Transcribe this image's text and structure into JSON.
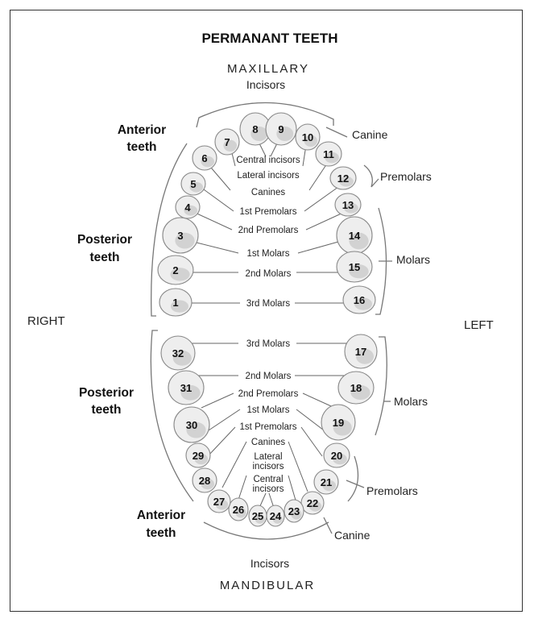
{
  "title": "PERMANANT TEETH",
  "upper_arch": "MAXILLARY",
  "lower_arch": "MANDIBULAR",
  "side_right": "RIGHT",
  "side_left": "LEFT",
  "groups": {
    "upper_anterior": [
      "Anterior",
      "teeth"
    ],
    "upper_posterior": [
      "Posterior",
      "teeth"
    ],
    "lower_posterior": [
      "Posterior",
      "teeth"
    ],
    "lower_anterior": [
      "Anterior",
      "teeth"
    ]
  },
  "side_labels": {
    "upper_incisors": "Incisors",
    "upper_canine": "Canine",
    "upper_premolars": "Premolars",
    "upper_molars": "Molars",
    "lower_molars": "Molars",
    "lower_premolars": "Premolars",
    "lower_canine": "Canine",
    "lower_incisors": "Incisors"
  },
  "upper_tooth_labels": [
    "Central incisors",
    "Lateral incisors",
    "Canines",
    "1st Premolars",
    "2nd Premolars",
    "1st Molars",
    "2nd Molars",
    "3rd Molars"
  ],
  "lower_tooth_labels": [
    "3rd Molars",
    "2nd Molars",
    "2nd Premolars",
    "1st Molars",
    "1st Premolars",
    "Canines",
    "Lateral",
    "incisors",
    "Central",
    "incisors"
  ],
  "upper_teeth": [
    "1",
    "2",
    "3",
    "4",
    "5",
    "6",
    "7",
    "8",
    "9",
    "10",
    "11",
    "12",
    "13",
    "14",
    "15",
    "16"
  ],
  "lower_teeth": [
    "17",
    "18",
    "19",
    "20",
    "21",
    "22",
    "23",
    "24",
    "25",
    "26",
    "27",
    "28",
    "29",
    "30",
    "31",
    "32"
  ]
}
